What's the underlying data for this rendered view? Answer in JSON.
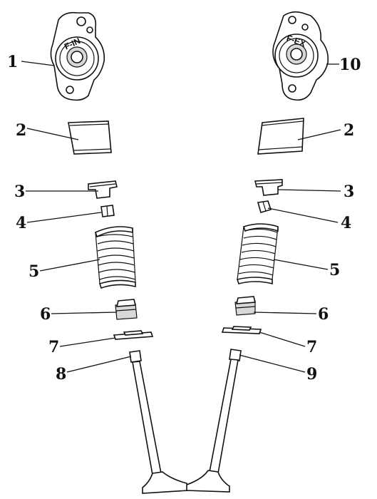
{
  "callouts": [
    {
      "id": "1",
      "label": "1"
    },
    {
      "id": "2-left",
      "label": "2"
    },
    {
      "id": "3-left",
      "label": "3"
    },
    {
      "id": "4-left",
      "label": "4"
    },
    {
      "id": "5-left",
      "label": "5"
    },
    {
      "id": "6-left",
      "label": "6"
    },
    {
      "id": "7-left",
      "label": "7"
    },
    {
      "id": "8",
      "label": "8"
    },
    {
      "id": "10",
      "label": "10"
    },
    {
      "id": "2-right",
      "label": "2"
    },
    {
      "id": "3-right",
      "label": "3"
    },
    {
      "id": "4-right",
      "label": "4"
    },
    {
      "id": "5-right",
      "label": "5"
    },
    {
      "id": "6-right",
      "label": "6"
    },
    {
      "id": "7-right",
      "label": "7"
    },
    {
      "id": "9",
      "label": "9"
    }
  ],
  "stamps": {
    "intake": "F-IN",
    "exhaust": "F-EX"
  }
}
